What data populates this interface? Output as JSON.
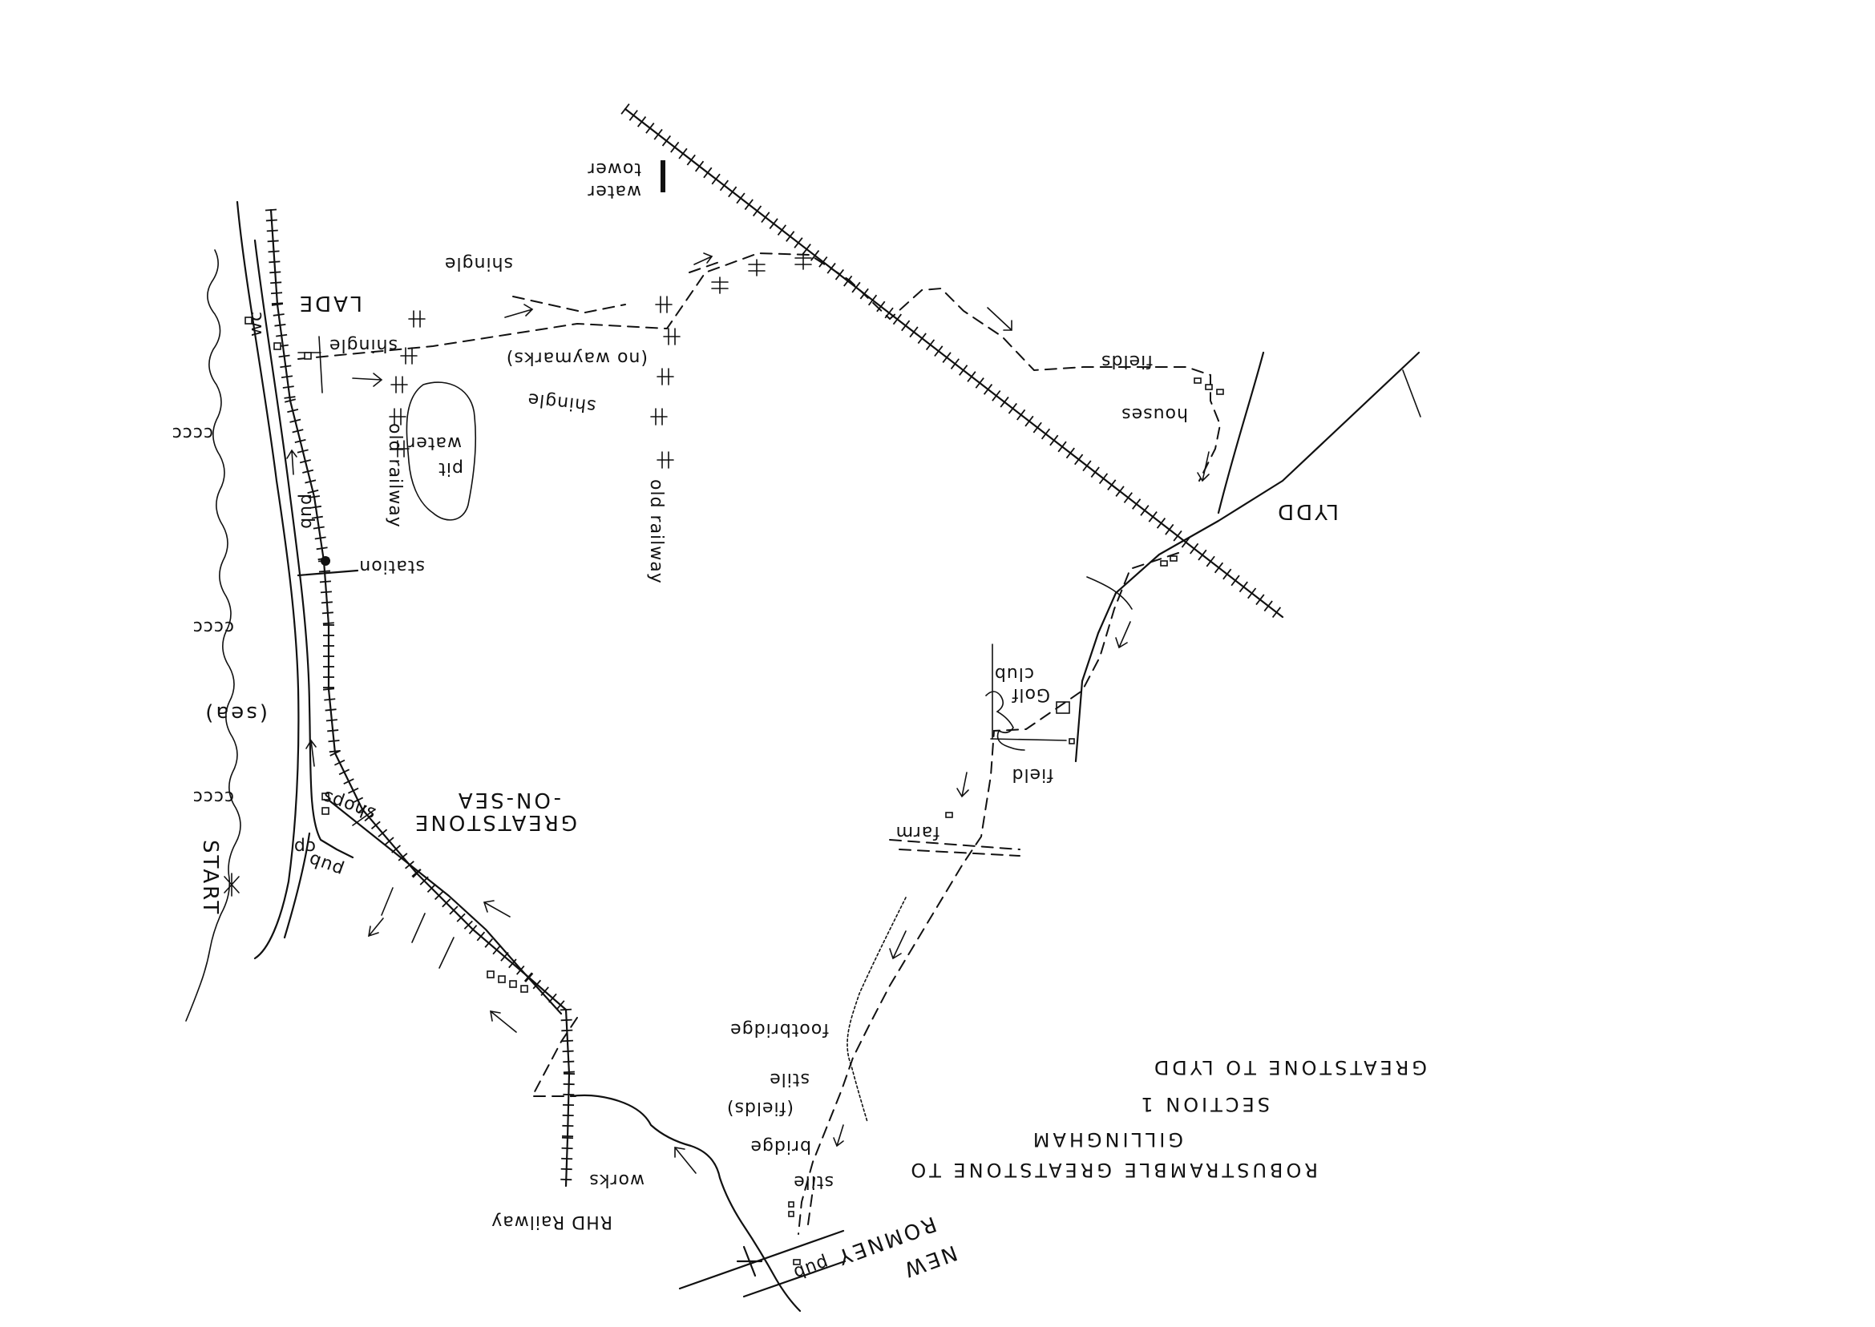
{
  "map": {
    "title_lines": [
      "ROBUSTRAMBLE GREATSTONE TO",
      "GILLINGHAM",
      "SECTION 1",
      "GREATSTONE TO LYDD"
    ],
    "labels": {
      "water_tower": [
        "water",
        "tower"
      ],
      "shingle_1": "shingle",
      "shingle_2": "shingle",
      "shingle_3": "shingle",
      "no_waymarks": "(no waymarks)",
      "lade": "LADE",
      "wc": "wc",
      "pit": "pit",
      "water": "water",
      "old_railway_1": "old railway",
      "old_railway_2": "old railway",
      "pub_lade": "pub",
      "station": "station",
      "fields_ne": "fields",
      "houses": "houses",
      "lydd": "LYDD",
      "golf_club": [
        "Golf",
        "club"
      ],
      "field": "field",
      "sea": "(sea)",
      "sea_waves": "cccc",
      "start": "START",
      "cp": "cp",
      "pub_greatstone": "pub",
      "shops": "shops",
      "greatstone": [
        "GREATSTONE",
        "-ON-SEA"
      ],
      "farm": "farm",
      "footbridge": "footbridge",
      "stile_1": "stile",
      "fields_s": "(fields)",
      "bridge": "bridge",
      "stile_2": "stile",
      "works": "works",
      "rhd_railway": "RHD Railway",
      "new_romney": [
        "NEW",
        "ROMNEY"
      ],
      "pub_new_romney": "pub"
    },
    "colors": {
      "ink": "#111111",
      "paper": "#ffffff"
    }
  }
}
